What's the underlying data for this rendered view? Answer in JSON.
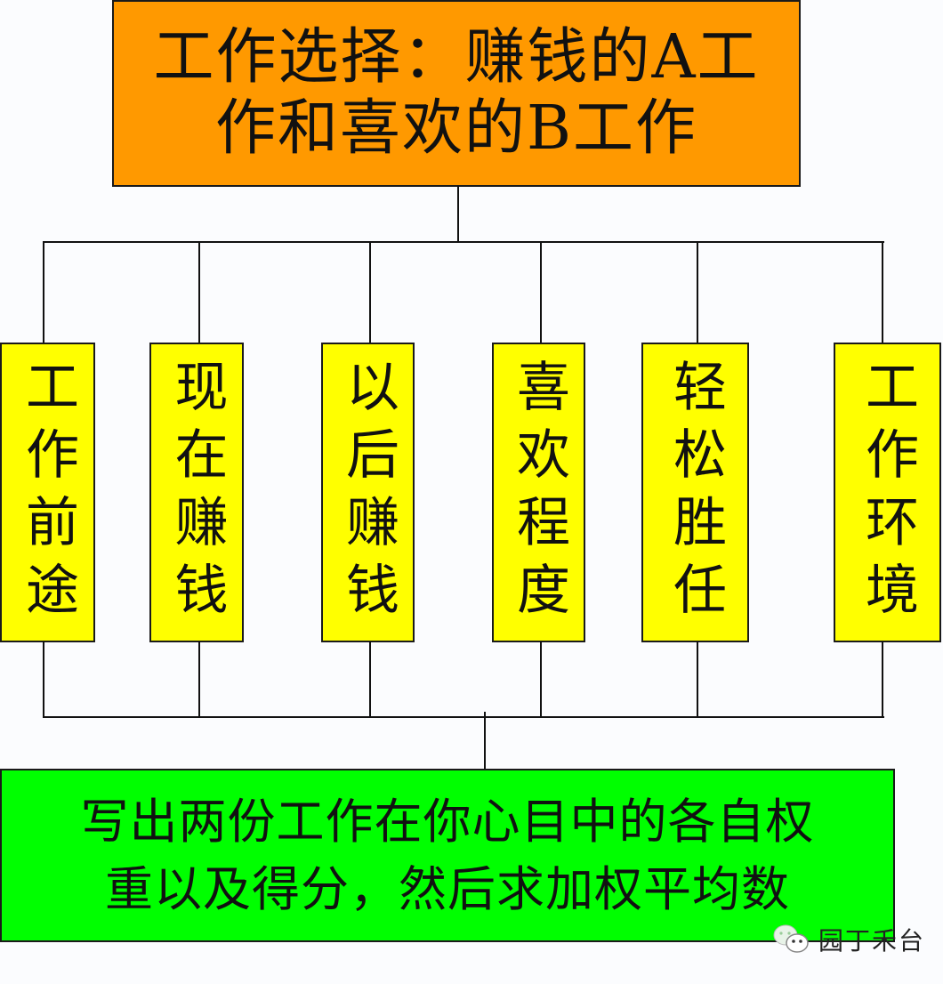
{
  "diagram": {
    "title_lines": [
      "工作选择：赚钱的A工",
      "作和喜欢的B工作"
    ],
    "criteria": [
      {
        "label": "工作前途"
      },
      {
        "label": "现在赚钱"
      },
      {
        "label": "以后赚钱"
      },
      {
        "label": "喜欢程度"
      },
      {
        "label": "轻松胜任"
      },
      {
        "label": "工作环境"
      }
    ],
    "conclusion_lines": [
      "写出两份工作在你心目中的各自权",
      "重以及得分，然后求加权平均数"
    ]
  },
  "watermark": {
    "icon": "wechat-icon",
    "text": "园丁禾台"
  },
  "colors": {
    "title_box": "#ff9900",
    "criteria_box": "#ffff00",
    "conclusion_box": "#00ff00",
    "lines": "#111111",
    "background": "#fbfcfe"
  }
}
